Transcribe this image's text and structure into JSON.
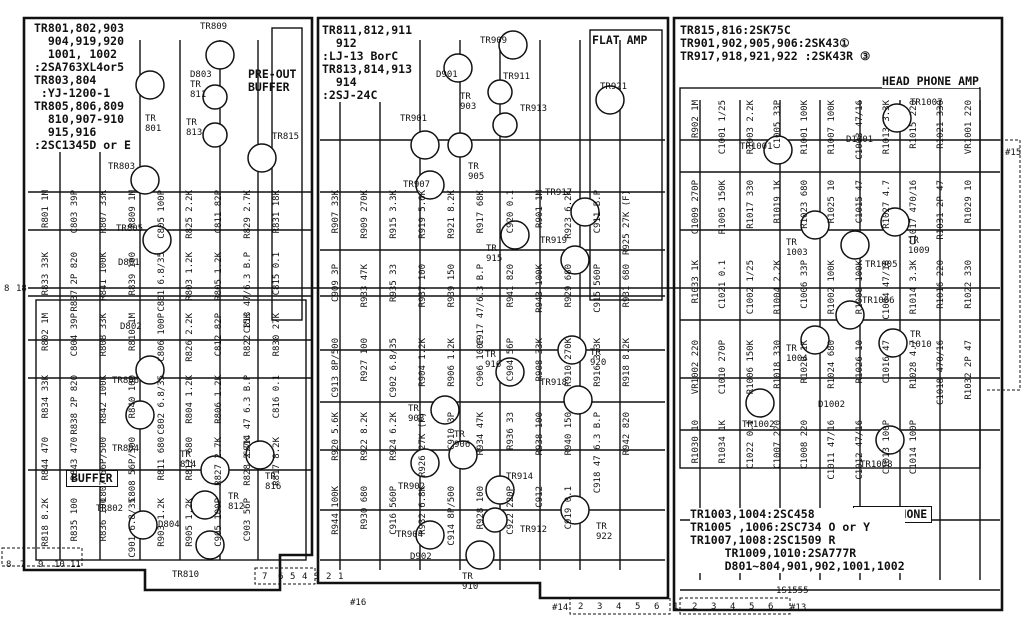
{
  "section_titles": {
    "pre_out_buffer": "PRE-OUT\nBUFFER",
    "flat_amp": "FLAT AMP",
    "head_phone_amp": "HEAD PHONE AMP",
    "buffer_box": "BUFFER",
    "head_phone_box": "HEAD PHONE"
  },
  "notes": {
    "left": "TR801,802,903\n  904,919,920\n  1001, 1002\n:2SA763XL4or5\nTR803,804\n :YJ-1200-1\nTR805,806,809\n  810,907-910\n  915,916\n:2SC1345D or E",
    "mid": "TR811,812,911\n  912\n:LJ-13 BorC\nTR813,814,913\n  914\n:2SJ-24C",
    "right": "TR815,816:2SK75C\nTR901,902,905,906:2SK43①\nTR917,918,921,922 :2SK43R ③",
    "bottom_right": "TR1003,1004:2SC458\nTR1005 ,1006:2SC734 O or Y\nTR1007,1008:2SC1509 R\n     TR1009,1010:2SA777R\n     D801~804,901,902,1001,1002"
  },
  "transistors": [
    {
      "label": "TR\n801"
    },
    {
      "label": "TR809"
    },
    {
      "label": "TR\n811"
    },
    {
      "label": "TR\n813"
    },
    {
      "label": "TR815"
    },
    {
      "label": "TR803"
    },
    {
      "label": "TR805"
    },
    {
      "label": "TR806"
    },
    {
      "label": "TR804"
    },
    {
      "label": "TR\n814"
    },
    {
      "label": "TR\n812"
    },
    {
      "label": "TR\n816"
    },
    {
      "label": "TR802"
    },
    {
      "label": "TR810"
    },
    {
      "label": "TR901"
    },
    {
      "label": "TR\n903"
    },
    {
      "label": "TR909"
    },
    {
      "label": "TR911"
    },
    {
      "label": "TR913"
    },
    {
      "label": "TR921"
    },
    {
      "label": "TR907"
    },
    {
      "label": "TR\n905"
    },
    {
      "label": "TR917"
    },
    {
      "label": "TR919"
    },
    {
      "label": "TR\n915"
    },
    {
      "label": "TR\n916"
    },
    {
      "label": "TR918"
    },
    {
      "label": "TR\n920"
    },
    {
      "label": "TR\n908"
    },
    {
      "label": "TR\n906"
    },
    {
      "label": "TR902"
    },
    {
      "label": "TR904"
    },
    {
      "label": "TR\n910"
    },
    {
      "label": "TR914"
    },
    {
      "label": "TR912"
    },
    {
      "label": "TR\n922"
    },
    {
      "label": "TR1001"
    },
    {
      "label": "TR1007"
    },
    {
      "label": "TR\n1003"
    },
    {
      "label": "TR\n1009"
    },
    {
      "label": "TR1005"
    },
    {
      "label": "TR1006"
    },
    {
      "label": "TR\n1004"
    },
    {
      "label": "TR\n1010"
    },
    {
      "label": "TR1002"
    },
    {
      "label": "TR1008"
    }
  ],
  "components": [
    "R801 1M",
    "C803 39P",
    "R807 33K",
    "R809 1M",
    "C805 100P",
    "R825 2.2K",
    "C811 82P",
    "R829 2.7K",
    "R831 18K",
    "R833 33K",
    "R837 2P 820",
    "R841 100K",
    "R839 100",
    "C801 6.8/35",
    "R803 1.2K",
    "R805 1.2K",
    "C813 47/6.3 B.P",
    "C815 0.1",
    "R802 1M",
    "C804 39P",
    "R808 33K",
    "R810 1M",
    "C806 100P",
    "R826 2.2K",
    "C812 82P",
    "R822 15K",
    "R830 27K",
    "R834 33K",
    "R838 2P 820",
    "R842 100K",
    "R840 100",
    "C802 6.8/35",
    "R804 1.2K",
    "R806 1.2K",
    "C814 47 6.3 B.P",
    "C816 0.1",
    "R844 470",
    "R843 470",
    "C807 56P/500",
    "C808 56P/500",
    "R811 680",
    "R812 680",
    "R827 2.7K",
    "R828 2.7K",
    "R817 8.2K",
    "R818 8.2K",
    "R835 100",
    "R836 100",
    "C901 6.8/35",
    "R903 1.2K",
    "R905 1.2K",
    "C905 100P",
    "C903 56P",
    "R907 33K",
    "R909 270K",
    "R915 3.3K",
    "R919 5.6K",
    "R921 8.2K",
    "R917 68K",
    "C920 0.1",
    "R901 1M",
    "R923 6.2K",
    "C911 B.P",
    "R925 27K (F)",
    "C909 3P",
    "R933 47K",
    "R935 33",
    "R937 100",
    "R939 150",
    "C917 47/6.3 B.P",
    "R941 820",
    "R943 100K",
    "R929 680",
    "C915 560P",
    "R931 680",
    "C913 8P/500",
    "R927 100",
    "C902 6.8/35",
    "R904 1.2K",
    "R906 1.2K",
    "C906 100P",
    "C904 56P",
    "R908 33K",
    "R910 270K",
    "R916 3.3K",
    "R918 8.2K",
    "R920 5.6K",
    "R922 8.2K",
    "R924 6.2K",
    "R926 27K (F)",
    "C910 3P",
    "R934 47K",
    "R936 33",
    "R938 100",
    "R940 150",
    "C918 47 6.3 B.P",
    "R942 820",
    "R944 100K",
    "R930 680",
    "C916 560P",
    "R932 6.8K",
    "C914 8P/500",
    "R928 100",
    "C922 220P",
    "C912",
    "C919 0.1",
    "R902 1M",
    "C1001 1/25",
    "R1003 2.2K",
    "C1005 33P",
    "R1001 100K",
    "R1007 100K",
    "C1003 47/16",
    "R1013 3.3K",
    "R1015 220",
    "R1021 330",
    "VR1001 220",
    "C1009 270P",
    "R1005 150K",
    "R1017 330",
    "R1019 1K",
    "R1023 680",
    "R1025 10",
    "C1015 47",
    "R1027 4.7",
    "C1017 470/16",
    "R1031 2P 47",
    "R1029 10",
    "R1033 1K",
    "C1021 0.1",
    "C1002 1/25",
    "R1004 2.2K",
    "C1006 33P",
    "R1002 100K",
    "R1008 100K",
    "C1004 47/16",
    "R1014 3.3K",
    "R1016 220",
    "R1022 330",
    "VR1002 220",
    "C1010 270P",
    "R1006 150K",
    "R1018 330",
    "R1020 1K",
    "R1024 680",
    "R1026 10",
    "C1016 47",
    "R1028 4.7",
    "C1018 470/16",
    "R1032 2P 47",
    "R1030 10",
    "R1034 1K",
    "C1022 0.1",
    "C1007 220",
    "C1008 220",
    "C1011 47/16",
    "C1012 47/16",
    "C1013 100P",
    "C1014 100P"
  ],
  "diodes": [
    "D801",
    "D802",
    "D803",
    "D804",
    "D901",
    "D902",
    "D1001",
    "D1002"
  ],
  "connectors": {
    "left_pins": [
      "8",
      "7",
      "9",
      "10",
      "11"
    ],
    "bottom_left_pins": [
      "7",
      "6",
      "5",
      "4",
      "3",
      "2",
      "1"
    ],
    "bottom_right_pins": [
      "2",
      "3",
      "4",
      "5",
      "6",
      "1",
      "2",
      "3",
      "4",
      "5",
      "6"
    ],
    "tag_16_bottom": "#16",
    "tag_14": "#14",
    "tag_13": "#13",
    "tag_15": "#15",
    "tag_1s": "1S1555",
    "mid_pin_8": "8",
    "mid_pin_18": "18"
  }
}
